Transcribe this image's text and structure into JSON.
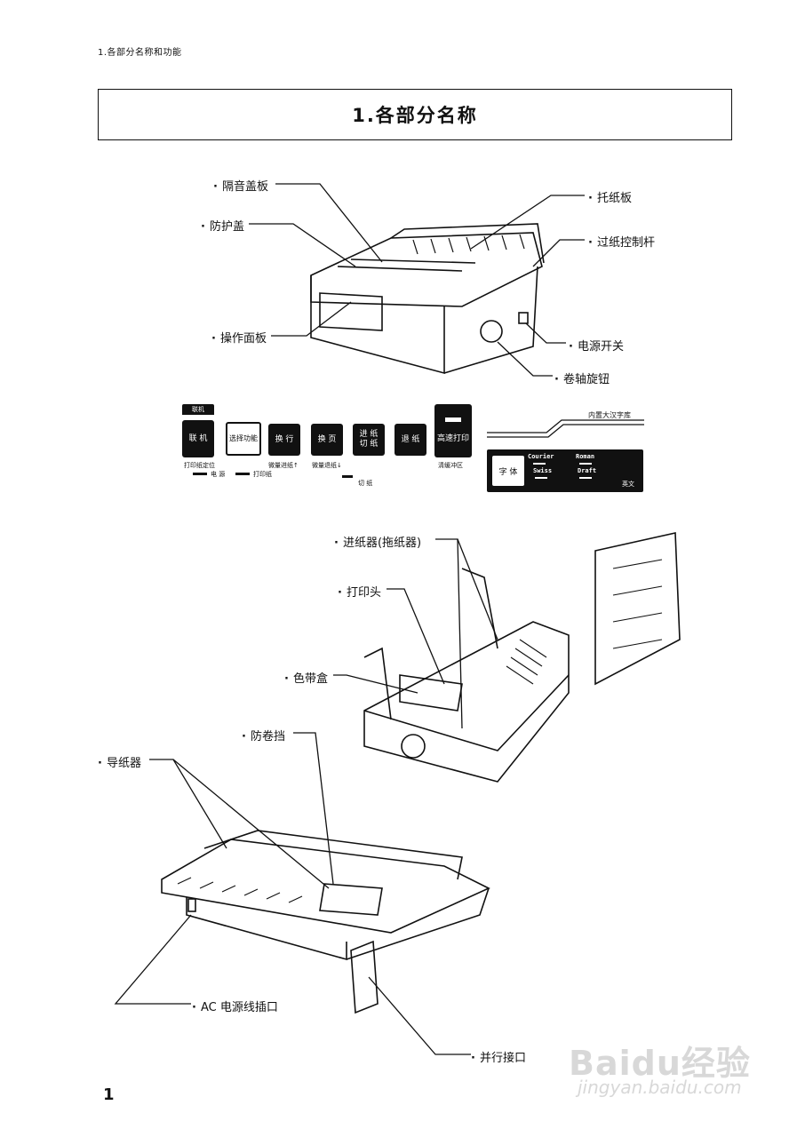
{
  "header_note": "1.各部分名称和功能",
  "title": "1.各部分名称",
  "labels": {
    "soundproof_cover": "隔音盖板",
    "protective_cover": "防护盖",
    "operation_panel": "操作面板",
    "paper_support": "托纸板",
    "paper_lever": "过纸控制杆",
    "power_switch": "电源开关",
    "platen_knob": "卷轴旋钮",
    "tractor": "进纸器(拖纸器)",
    "print_head": "打印头",
    "ribbon": "色带盒",
    "anti_curl": "防卷挡",
    "paper_guide": "导纸器",
    "ac_inlet": "AC 电源线插口",
    "parallel_port": "并行接口"
  },
  "panel": {
    "online_top": "联机",
    "online": "联 机",
    "select_func": "选择功能",
    "line_feed": "换 行",
    "form_feed": "换 页",
    "load_cut": "进 纸\n切 纸",
    "eject": "退 纸",
    "hs_print": "高速打印",
    "print_pos": "打印纸定位",
    "micro_up": "微量进纸↑",
    "micro_down": "微量退纸↓",
    "clear_buffer": "清缓冲区",
    "power": "电 源",
    "paper_out": "打印纸",
    "cut": "切 纸"
  },
  "font_panel": {
    "builtin": "内置大汉字库",
    "font_key": "字 体",
    "courier": "Courier",
    "roman": "Roman",
    "swiss": "Swiss",
    "draft": "Draft",
    "english": "英文"
  },
  "page_number": "1",
  "watermark": {
    "logo": "Baidu经验",
    "url": "jingyan.baidu.com"
  }
}
